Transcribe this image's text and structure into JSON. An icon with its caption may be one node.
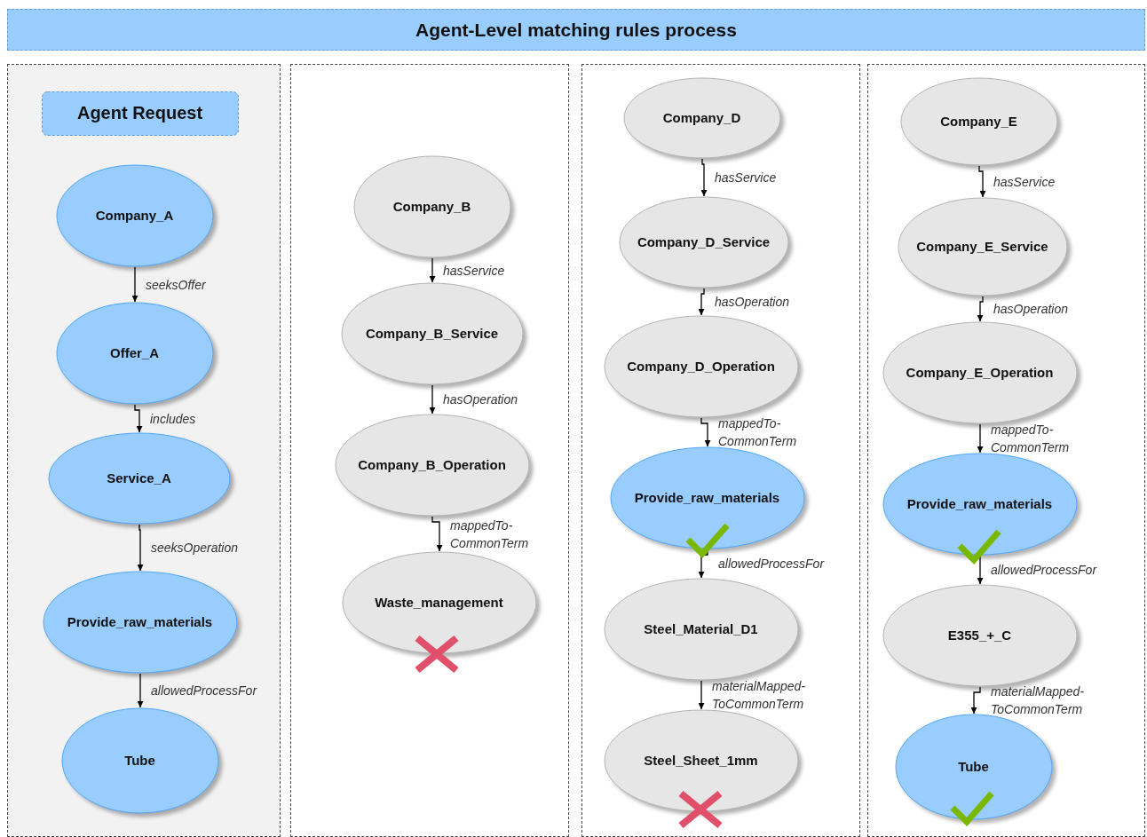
{
  "diagram": {
    "title": "Agent-Level matching rules process",
    "nodes": [
      {
        "text": [],
        "shape": "box"
      },
      {
        "text": [
          "Agent Request"
        ],
        "in": 0
      },
      {
        "text": [
          "Company_A"
        ],
        "in": 0
      },
      {
        "text": [
          "Offer_A"
        ],
        "in": 0
      },
      {
        "text": [
          "Service_A"
        ],
        "in": 0
      },
      {
        "text": [
          "Provide_raw_materials"
        ],
        "in": 0
      },
      {
        "text": [
          "Tube"
        ],
        "in": 0
      },
      {
        "text": [],
        "shape": "box"
      },
      {
        "text": [
          "Company_B"
        ],
        "in": 7
      },
      {
        "text": [
          "Company_B_Service"
        ],
        "in": 7
      },
      {
        "text": [
          "Company_B_Operation"
        ],
        "in": 7
      },
      {
        "text": [
          "Waste_management"
        ],
        "in": 7
      },
      {
        "text": [],
        "shape": "box"
      },
      {
        "text": [
          "Company_D"
        ],
        "in": 12
      },
      {
        "text": [
          "Company_D_Service"
        ],
        "in": 12
      },
      {
        "text": [
          "Company_D_Operation"
        ],
        "in": 12
      },
      {
        "text": [
          "Provide_raw_materials"
        ],
        "in": 12
      },
      {
        "text": [
          "Steel_Material_D1"
        ],
        "in": 12
      },
      {
        "text": [
          "Steel_Sheet_1mm"
        ],
        "in": 12
      },
      {
        "text": [],
        "shape": "box"
      },
      {
        "text": [
          "Company_E"
        ],
        "in": 19
      },
      {
        "text": [
          "Company_E_Service"
        ],
        "in": 19
      },
      {
        "text": [
          "Company_E_Operation"
        ],
        "in": 19
      },
      {
        "text": [
          "Provide_raw_materials"
        ],
        "in": 19
      },
      {
        "text": [
          "E355_+_C"
        ],
        "in": 19
      },
      {
        "text": [
          "Tube"
        ],
        "in": 19
      }
    ],
    "edges": [
      {
        "from": 2,
        "to": 3,
        "arrow": "to",
        "label": "seeksOffer"
      },
      {
        "from": 3,
        "to": 4,
        "arrow": "to",
        "label": "includes"
      },
      {
        "from": 4,
        "to": 5,
        "arrow": "to",
        "label": "seeksOperation"
      },
      {
        "from": 5,
        "to": 6,
        "arrow": "to",
        "label": "allowedProcessFor"
      },
      {
        "from": 8,
        "to": 9,
        "arrow": "to",
        "label": "hasService"
      },
      {
        "from": 9,
        "to": 10,
        "arrow": "to",
        "label": "hasOperation"
      },
      {
        "from": 10,
        "to": 11,
        "arrow": "to",
        "label": "mappedTo-CommonTerm"
      },
      {
        "from": 13,
        "to": 14,
        "arrow": "to",
        "label": "hasService"
      },
      {
        "from": 14,
        "to": 15,
        "arrow": "to",
        "label": "hasOperation"
      },
      {
        "from": 15,
        "to": 16,
        "arrow": "to",
        "label": "mappedTo-CommonTerm"
      },
      {
        "from": 16,
        "to": 17,
        "arrow": "to",
        "label": "allowedProcessFor"
      },
      {
        "from": 17,
        "to": 18,
        "arrow": "to",
        "label": "materialMapped-ToCommonTerm"
      },
      {
        "from": 20,
        "to": 21,
        "arrow": "to",
        "label": "hasService"
      },
      {
        "from": 21,
        "to": 22,
        "arrow": "to",
        "label": "hasOperation"
      },
      {
        "from": 22,
        "to": 23,
        "arrow": "to",
        "label": "mappedTo-CommonTerm"
      },
      {
        "from": 23,
        "to": 24,
        "arrow": "to",
        "label": "allowedProcessFor"
      },
      {
        "from": 24,
        "to": 25,
        "arrow": "to",
        "label": "materialMapped-ToCommonTerm"
      }
    ]
  }
}
